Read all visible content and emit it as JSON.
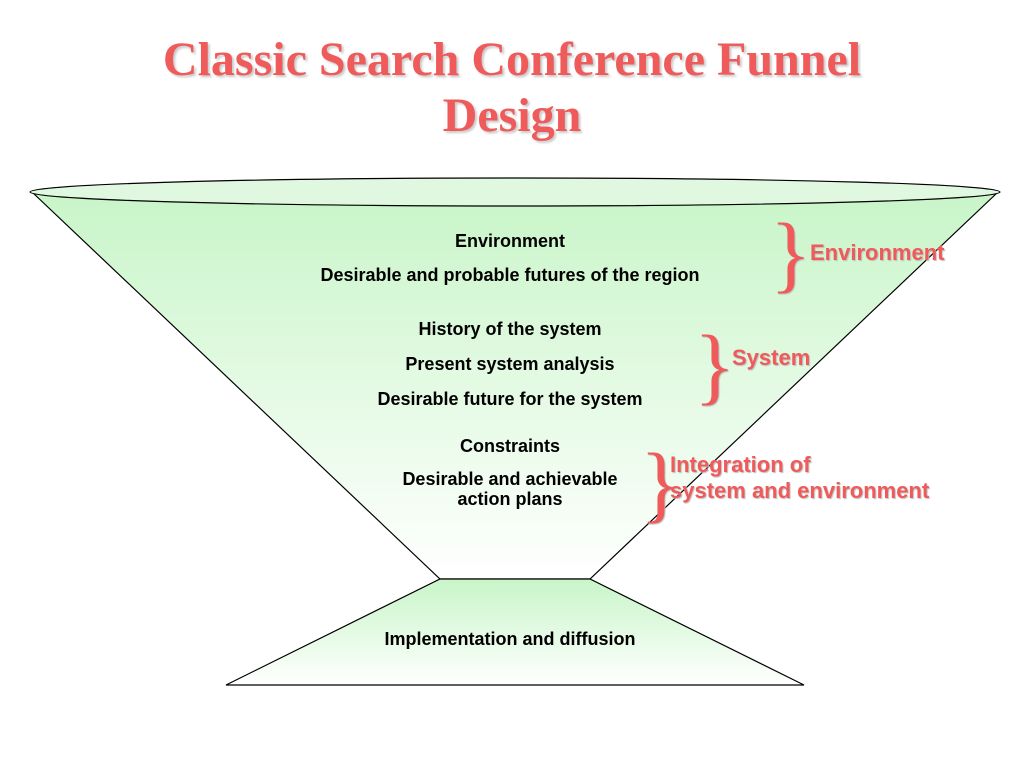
{
  "title": {
    "line1": "Classic Search Conference Funnel",
    "line2": "Design"
  },
  "funnel": {
    "fill_top": "#c8f5c8",
    "fill_bottom": "#ffffff",
    "stroke": "#000000",
    "stages": [
      {
        "lines": [
          "Environment",
          "Desirable and probable futures of the region"
        ]
      },
      {
        "lines": [
          "History of the system",
          "Present system analysis",
          "Desirable future for the system"
        ]
      },
      {
        "lines": [
          "Constraints",
          "Desirable and achievable",
          "action plans"
        ]
      }
    ],
    "base_label": "Implementation and diffusion"
  },
  "callouts": {
    "color": "#ef5a5a",
    "environment": "Environment",
    "system": "System",
    "integration_line1": "Integration of",
    "integration_line2": "system and environment"
  }
}
